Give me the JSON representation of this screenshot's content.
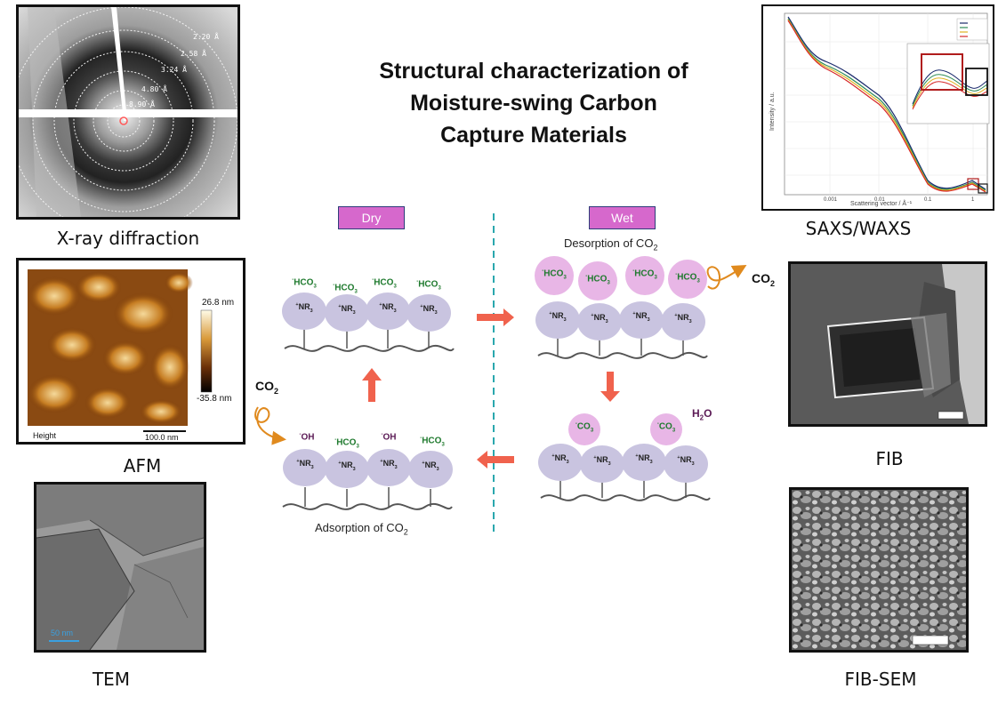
{
  "title": {
    "lines": [
      "Structural characterization of",
      "Moisture-swing Carbon",
      "Capture Materials"
    ]
  },
  "panels": {
    "xrd": {
      "caption": "X-ray diffraction",
      "ring_labels": [
        "2.20 Å",
        "2.58 Å",
        "3.24 Å",
        "4.80 Å",
        "8.90 Å"
      ]
    },
    "afm": {
      "caption": "AFM",
      "scale_max": "26.8 nm",
      "scale_min": "-35.8 nm",
      "channel": "Height",
      "scale_bar": "100.0 nm"
    },
    "tem": {
      "caption": "TEM",
      "scale_bar": "50 nm"
    },
    "saxs": {
      "caption": "SAXS/WAXS",
      "ylabel": "Intensity / a.u.",
      "xlabel": "Scattering vector / Å⁻¹",
      "xticks": [
        "0.001",
        "0.01",
        "0.1",
        "1"
      ],
      "series_colors": [
        "#1a2a6c",
        "#2e8b57",
        "#e0b020",
        "#d62728"
      ]
    },
    "fib": {
      "caption": "FIB"
    },
    "fibsem": {
      "caption": "FIB-SEM"
    }
  },
  "diagram": {
    "dry_label": "Dry",
    "wet_label": "Wet",
    "desorption": "Desorption of CO",
    "adsorption": "Adsorption of CO",
    "subscript_2": "2",
    "co2_main": "CO",
    "h2o_main": "H",
    "h2o_tail": "O",
    "amine": "+NR3",
    "bicarbonate": "-HCO3",
    "hydroxide": "-OH",
    "carbonate": "-CO3",
    "colors": {
      "tag": "#d668cc",
      "amine_bead": "#c9c4e0",
      "anion_bead": "#e8b6e6",
      "arrow": "#f0624d",
      "dashed": "#2aa7ae",
      "co2_curve": "#e08a1e",
      "green_text": "#1f7a2e"
    }
  }
}
